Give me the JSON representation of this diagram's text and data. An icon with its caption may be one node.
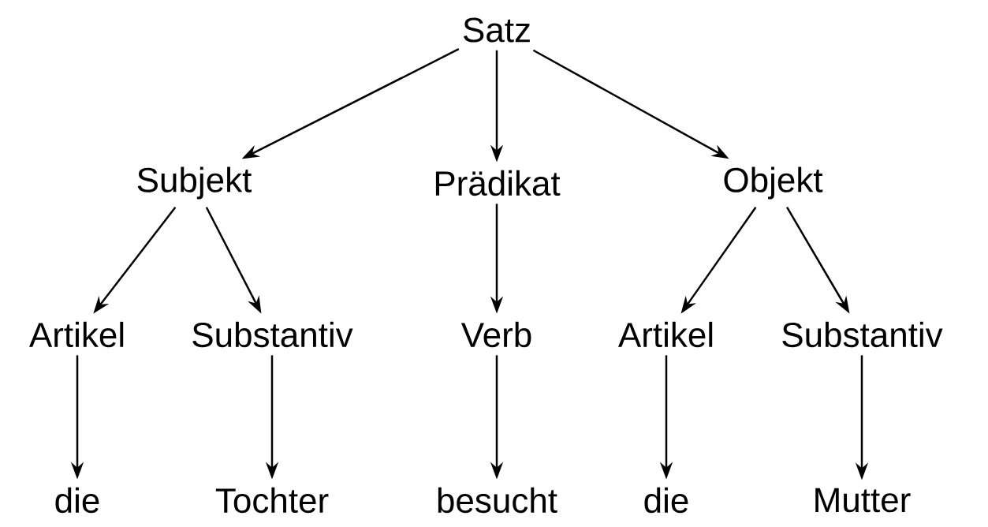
{
  "diagram": {
    "nodes": [
      {
        "text": [
          "Satz"
        ]
      },
      {
        "text": [
          "Subjekt"
        ]
      },
      {
        "text": [
          "Prädikat"
        ]
      },
      {
        "text": [
          "Objekt"
        ]
      },
      {
        "text": [
          "Artikel"
        ]
      },
      {
        "text": [
          "Substantiv"
        ]
      },
      {
        "text": [
          "Verb"
        ]
      },
      {
        "text": [
          "Artikel"
        ]
      },
      {
        "text": [
          "Substantiv"
        ]
      },
      {
        "text": [
          "die"
        ]
      },
      {
        "text": [
          "Tochter"
        ]
      },
      {
        "text": [
          "besucht"
        ]
      },
      {
        "text": [
          "die"
        ]
      },
      {
        "text": [
          "Mutter"
        ]
      }
    ],
    "edges": [
      {
        "from": 0,
        "to": 1,
        "arrow": "to"
      },
      {
        "from": 0,
        "to": 2,
        "arrow": "to"
      },
      {
        "from": 0,
        "to": 3,
        "arrow": "to"
      },
      {
        "from": 1,
        "to": 4,
        "arrow": "to"
      },
      {
        "from": 1,
        "to": 5,
        "arrow": "to"
      },
      {
        "from": 2,
        "to": 6,
        "arrow": "to"
      },
      {
        "from": 3,
        "to": 7,
        "arrow": "to"
      },
      {
        "from": 3,
        "to": 8,
        "arrow": "to"
      },
      {
        "from": 4,
        "to": 9,
        "arrow": "to"
      },
      {
        "from": 5,
        "to": 10,
        "arrow": "to"
      },
      {
        "from": 6,
        "to": 11,
        "arrow": "to"
      },
      {
        "from": 7,
        "to": 12,
        "arrow": "to"
      },
      {
        "from": 8,
        "to": 13,
        "arrow": "to"
      }
    ]
  }
}
